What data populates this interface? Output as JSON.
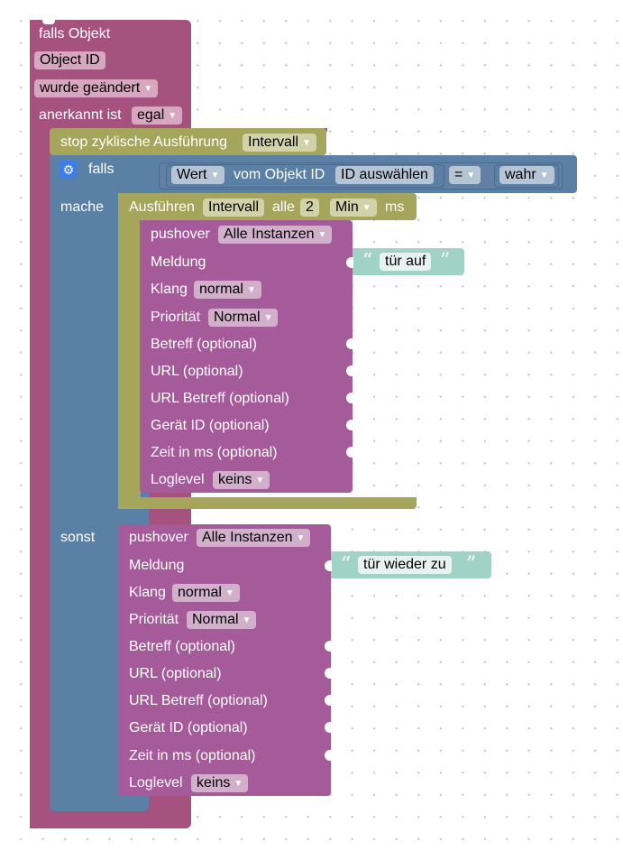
{
  "colors": {
    "event_block": "#a5537e",
    "event_field": "#d7a6bf",
    "stop_block": "#a5a55c",
    "stop_field": "#d2d2aa",
    "if_block": "#5b80a5",
    "if_field": "#b6c5d6",
    "pushover_block": "#a55b99",
    "pushover_field": "#d2b0cc",
    "text_block": "#a0d3c5",
    "text_field": "#e9f2ef"
  },
  "event": {
    "title": "falls Objekt",
    "object_id": "Object ID",
    "trigger": "wurde geändert",
    "ack_label": "anerkannt ist",
    "ack_value": "egal"
  },
  "stop": {
    "label": "stop zyklische Ausführung",
    "value": "Intervall"
  },
  "if_block": {
    "if_label": "falls",
    "do_label": "mache",
    "else_label": "sonst",
    "condition": {
      "value_label": "Wert",
      "of_object": "vom Objekt ID",
      "object_button": "ID auswählen",
      "operator": "=",
      "compare": "wahr"
    }
  },
  "interval": {
    "label": "Ausführen",
    "name": "Intervall",
    "every": "alle",
    "amount": "2",
    "unit": "Min",
    "ms": "ms"
  },
  "pushover_then": {
    "title": "pushover",
    "instance": "Alle Instanzen",
    "message_label": "Meldung",
    "message_text": "tür auf",
    "sound_label": "Klang",
    "sound": "normal",
    "priority_label": "Priorität",
    "priority": "Normal",
    "subject": "Betreff (optional)",
    "url": "URL (optional)",
    "url_title": "URL Betreff (optional)",
    "device": "Gerät ID (optional)",
    "time": "Zeit in ms (optional)",
    "loglevel_label": "Loglevel",
    "loglevel": "keins"
  },
  "pushover_else": {
    "title": "pushover",
    "instance": "Alle Instanzen",
    "message_label": "Meldung",
    "message_text": "tür wieder zu",
    "sound_label": "Klang",
    "sound": "normal",
    "priority_label": "Priorität",
    "priority": "Normal",
    "subject": "Betreff (optional)",
    "url": "URL (optional)",
    "url_title": "URL Betreff (optional)",
    "device": "Gerät ID (optional)",
    "time": "Zeit in ms (optional)",
    "loglevel_label": "Loglevel",
    "loglevel": "keins"
  },
  "icons": {
    "dropdown_arrow": "▼",
    "gear": "⚙",
    "quote_open": "“",
    "quote_close": "”"
  }
}
